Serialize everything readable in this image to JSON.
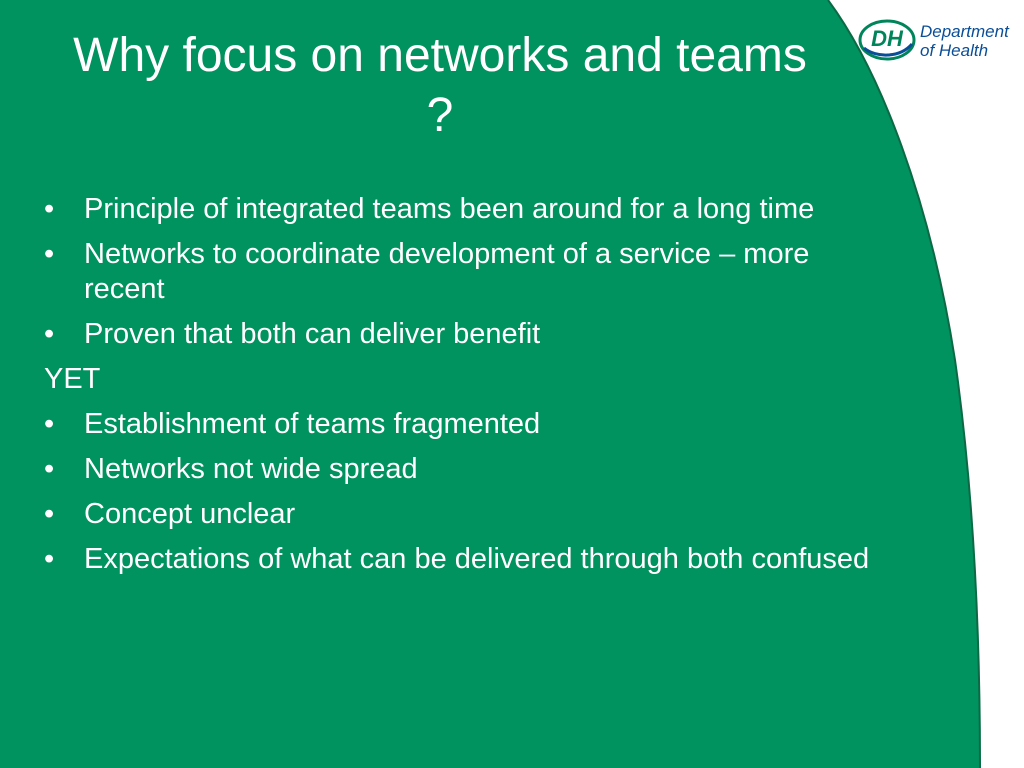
{
  "slide": {
    "title": "Why focus on networks and teams ?",
    "items": [
      {
        "type": "bullet",
        "text": "Principle of integrated teams been around for a long time"
      },
      {
        "type": "bullet",
        "text": "Networks to coordinate development of a service – more recent"
      },
      {
        "type": "bullet",
        "text": "Proven that both can deliver benefit"
      },
      {
        "type": "plain",
        "text": "YET"
      },
      {
        "type": "bullet",
        "text": "Establishment of teams fragmented"
      },
      {
        "type": "bullet",
        "text": "Networks not wide spread"
      },
      {
        "type": "bullet",
        "text": "Concept unclear"
      },
      {
        "type": "bullet",
        "text": "Expectations of what can be delivered through both confused"
      }
    ],
    "bullet_glyph": "•"
  },
  "logo": {
    "mark": "DH",
    "line1": "Department",
    "line2": "of Health"
  },
  "colors": {
    "green": "#00925f",
    "dark_edge": "#0b6a45",
    "logo_blue": "#0a4e97",
    "logo_green": "#00845a"
  }
}
